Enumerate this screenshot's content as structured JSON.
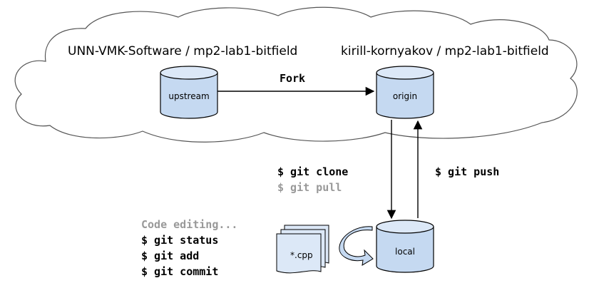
{
  "upstream_repo_label": "UNN-VMK-Software / mp2-lab1-bitfield",
  "origin_repo_label": "kirill-kornyakov / mp2-lab1-bitfield",
  "nodes": {
    "upstream": "upstream",
    "origin": "origin",
    "local": "local",
    "file": "*.cpp"
  },
  "edges": {
    "fork": "Fork",
    "clone": "$ git clone",
    "pull": "$ git pull",
    "push": "$ git push"
  },
  "workflow": {
    "editing": "Code editing...",
    "commands": [
      "$ git status",
      "$ git add",
      "$ git commit"
    ]
  },
  "colors": {
    "cylinder_fill": "#c5d9f1",
    "cylinder_top": "#dce8f7",
    "stroke": "#000000",
    "cloud_stroke": "#555555",
    "muted_text": "#999999",
    "curved_arrow": "#c5d9f1"
  }
}
